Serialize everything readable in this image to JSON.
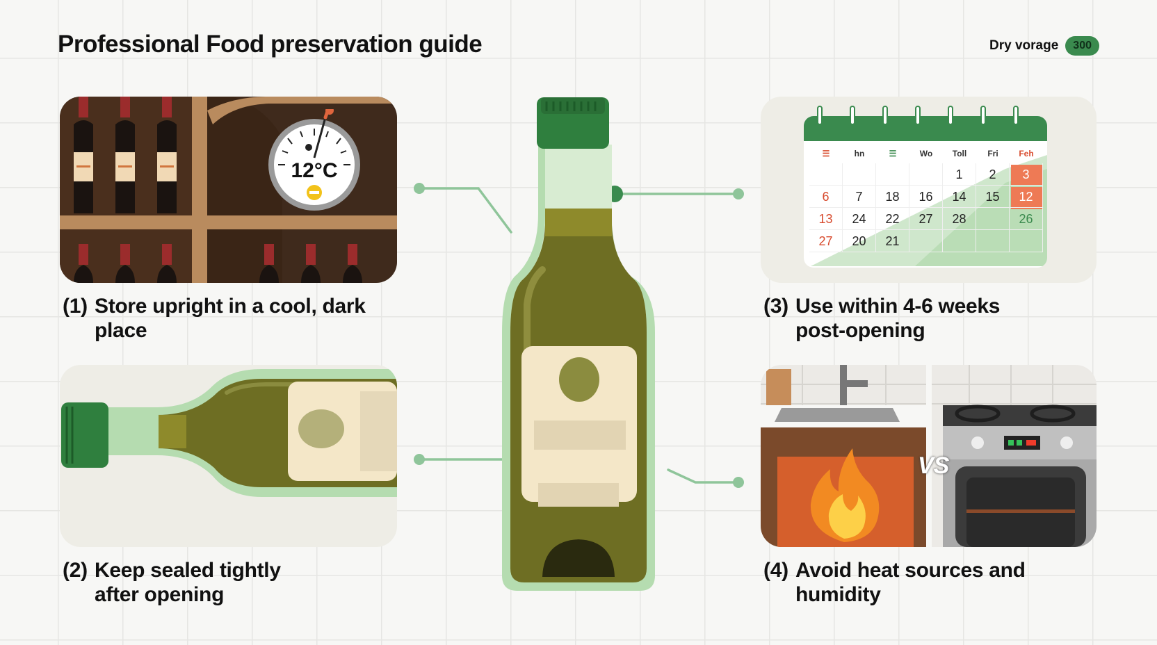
{
  "title": "Professional Food preservation guide",
  "badge": {
    "label": "Dry vorage",
    "count": "300"
  },
  "steps": [
    {
      "num": "(1)",
      "line1": "Store upright in a cool, dark",
      "line2": "place"
    },
    {
      "num": "(2)",
      "line1": "Keep sealed tightly",
      "line2": "after opening"
    },
    {
      "num": "(3)",
      "line1": "Use within 4-6 weeks",
      "line2": "post-opening"
    },
    {
      "num": "(4)",
      "line1": "Avoid heat sources and",
      "line2": "humidity"
    }
  ],
  "thermometer": {
    "reading": "12°C"
  },
  "calendar": {
    "headers": [
      "☰",
      "hn",
      "☰",
      "Wo",
      "Toll",
      "Fri",
      "Feh"
    ],
    "rows": [
      [
        "",
        "",
        "",
        "",
        "1",
        "2",
        "3"
      ],
      [
        "6",
        "7",
        "18",
        "16",
        "14",
        "15",
        "12"
      ],
      [
        "13",
        "24",
        "22",
        "27",
        "28",
        "",
        "26"
      ],
      [
        "27",
        "20",
        "21",
        "",
        "",
        "",
        ""
      ]
    ]
  },
  "comparison": {
    "vs": "VS"
  },
  "colors": {
    "accent_green": "#3a8a4e",
    "connector_green": "#8fc59a",
    "bottle_olive": "#6e6e23",
    "highlight_orange": "#ee7a55"
  },
  "icons": [
    "wine-rack-icon",
    "thermometer-icon",
    "calendar-icon",
    "bottle-icon",
    "flame-icon",
    "stove-icon",
    "sink-icon"
  ]
}
